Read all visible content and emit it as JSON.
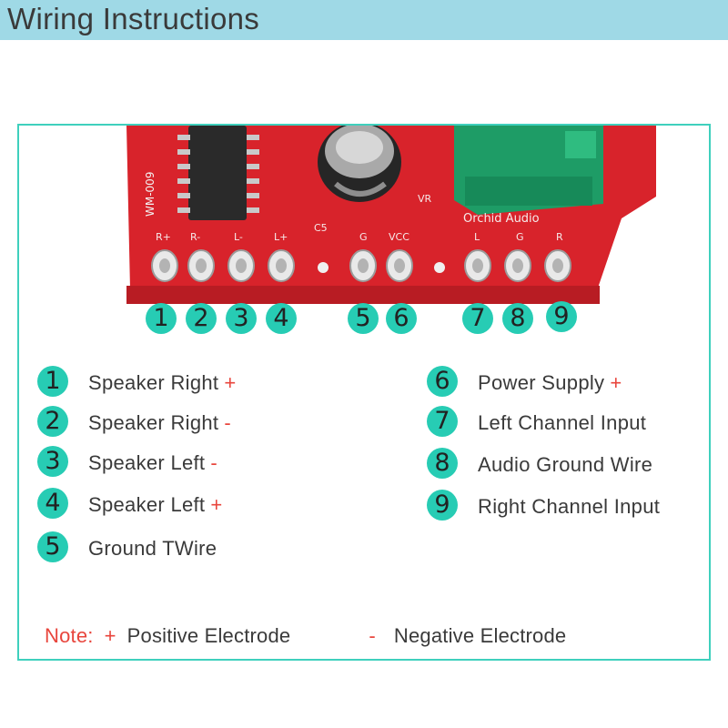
{
  "header": {
    "title": "Wiring Instructions"
  },
  "board": {
    "chip_label": "WM-009",
    "silk": [
      "R+",
      "R-",
      "L-",
      "L+",
      "C5",
      "G",
      "VCC",
      "VR",
      "L",
      "G",
      "R"
    ],
    "brand": "Orchid Audio",
    "pin_numbers": [
      "1",
      "2",
      "3",
      "4",
      "5",
      "6",
      "7",
      "8",
      "9"
    ]
  },
  "legend": {
    "left": [
      {
        "num": "1",
        "label": "Speaker Right",
        "sign": "+"
      },
      {
        "num": "2",
        "label": "Speaker Right",
        "sign": "-"
      },
      {
        "num": "3",
        "label": "Speaker Left",
        "sign": "-"
      },
      {
        "num": "4",
        "label": "Speaker Left",
        "sign": "+"
      },
      {
        "num": "5",
        "label": "Ground TWire",
        "sign": ""
      }
    ],
    "right": [
      {
        "num": "6",
        "label": "Power Supply",
        "sign": "+"
      },
      {
        "num": "7",
        "label": "Left Channel Input",
        "sign": ""
      },
      {
        "num": "8",
        "label": "Audio Ground Wire",
        "sign": ""
      },
      {
        "num": "9",
        "label": "Right Channel Input",
        "sign": ""
      }
    ]
  },
  "note": {
    "prefix": "Note:",
    "pos_symbol": "+",
    "pos_label": "Positive Electrode",
    "neg_symbol": "-",
    "neg_label": "Negative Electrode"
  },
  "colors": {
    "header_bg": "#9fd9e6",
    "accent_teal": "#27ccb4",
    "border_teal": "#3fd0bd",
    "pcb_red": "#d8232b",
    "sign_red": "#e8453c"
  }
}
